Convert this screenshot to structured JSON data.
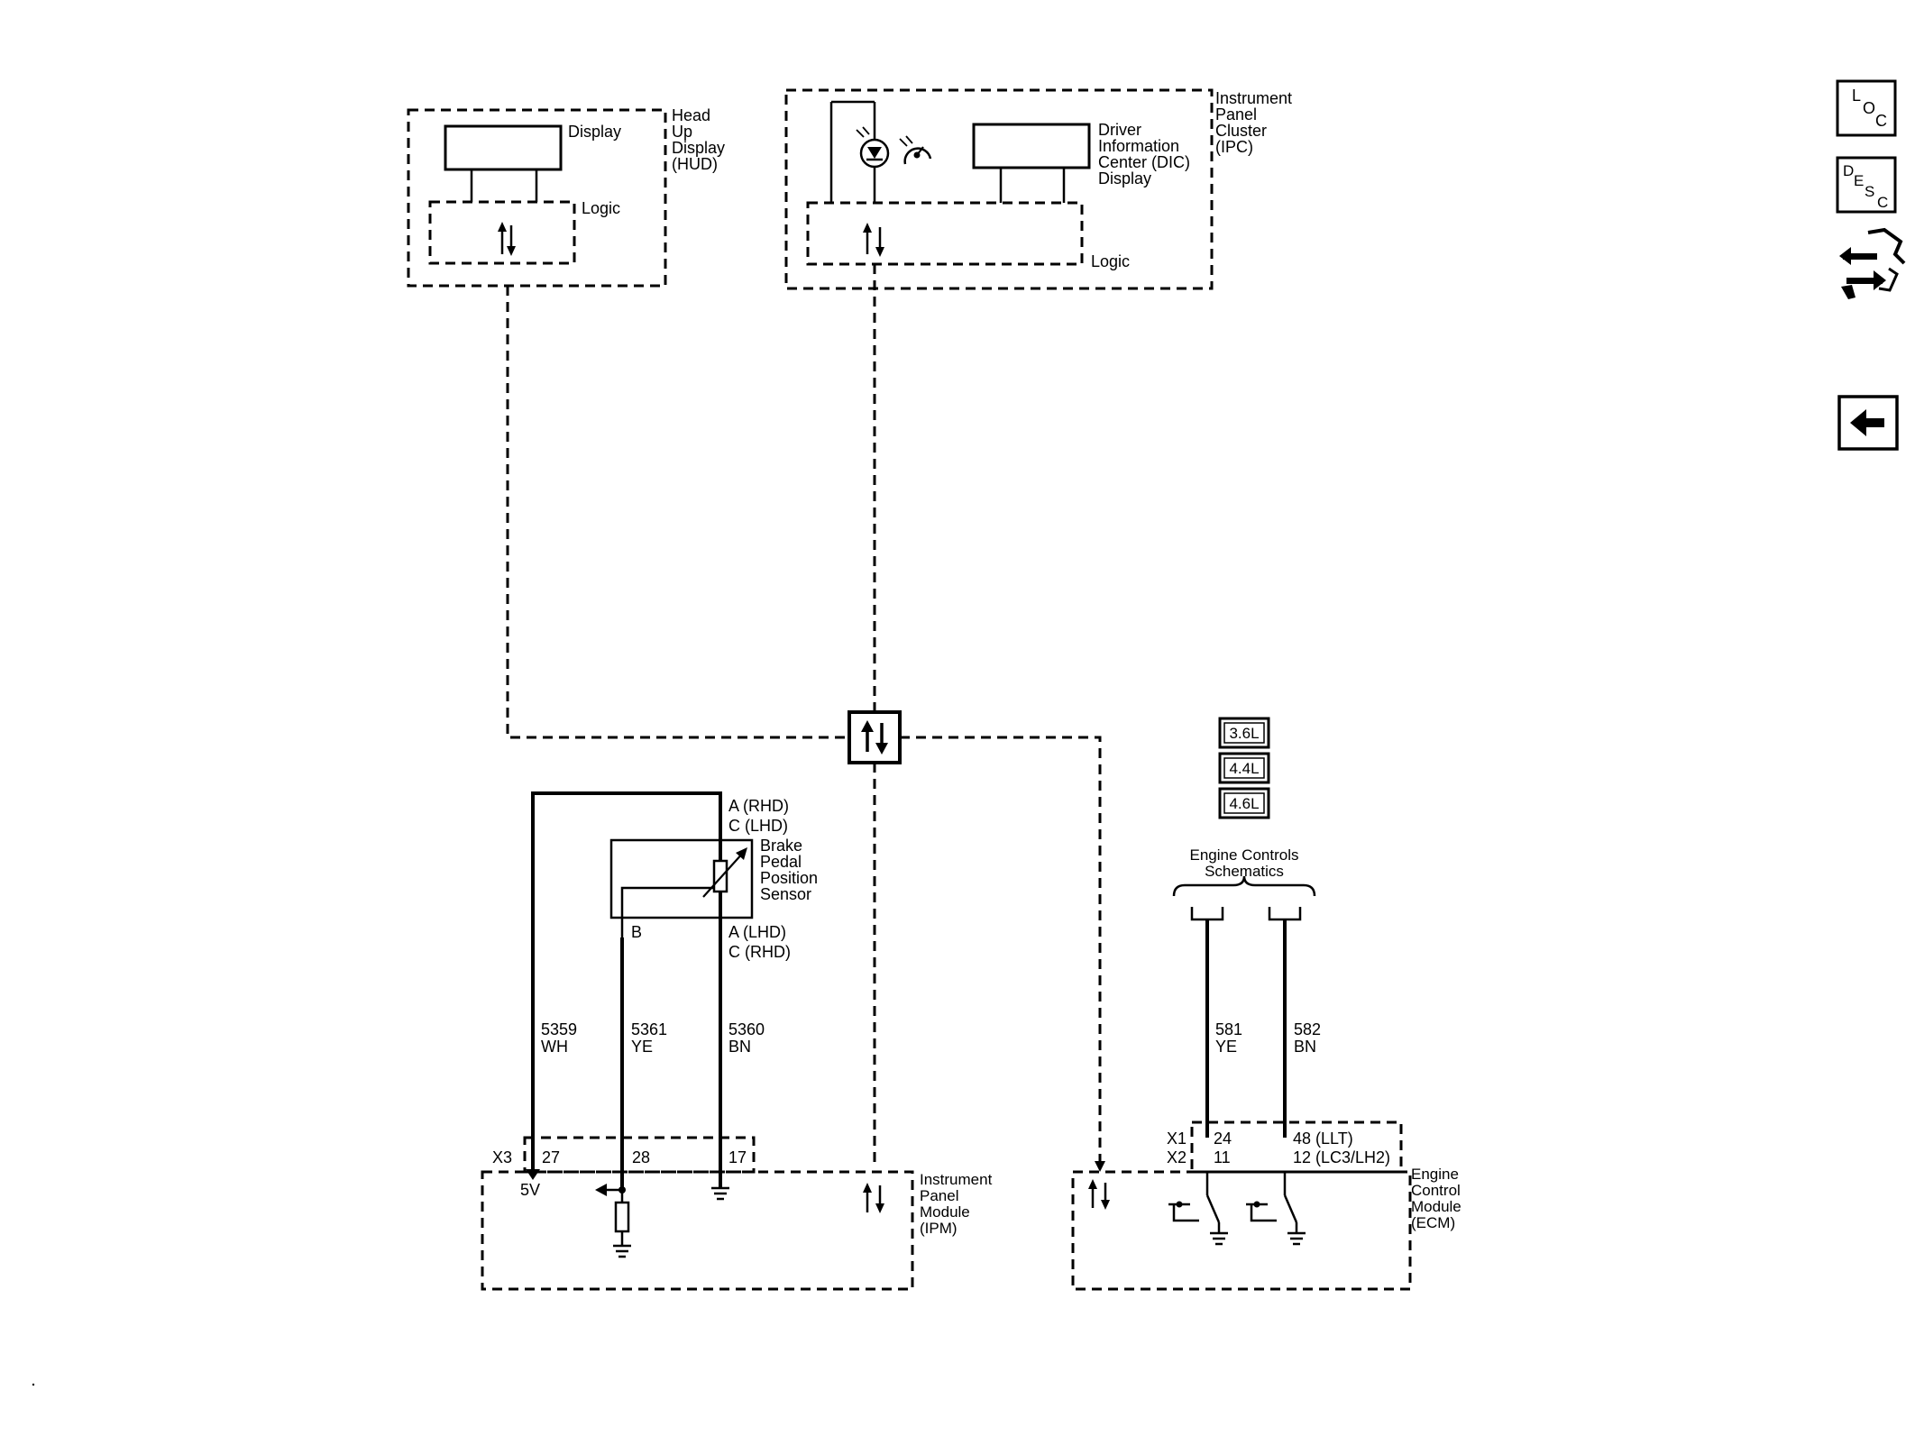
{
  "hud": {
    "title_lines": [
      "Head",
      "Up",
      "Display",
      "(HUD)"
    ],
    "display_label": "Display",
    "logic_label": "Logic"
  },
  "ipc": {
    "title_lines": [
      "Instrument",
      "Panel",
      "Cluster",
      "(IPC)"
    ],
    "dic_lines": [
      "Driver",
      "Information",
      "Center (DIC)",
      "Display"
    ],
    "logic_label": "Logic"
  },
  "sensor": {
    "name_lines": [
      "Brake",
      "Pedal",
      "Position",
      "Sensor"
    ],
    "pin_top_1": "A (RHD)",
    "pin_top_2": "C (LHD)",
    "pin_bottom_1": "A (LHD)",
    "pin_bottom_2": "C (RHD)",
    "pin_b": "B"
  },
  "wires_left": [
    {
      "circuit": "5359",
      "color": "WH"
    },
    {
      "circuit": "5361",
      "color": "YE"
    },
    {
      "circuit": "5360",
      "color": "BN"
    }
  ],
  "wires_right": [
    {
      "circuit": "581",
      "color": "YE"
    },
    {
      "circuit": "582",
      "color": "BN"
    }
  ],
  "ipm": {
    "title_lines": [
      "Instrument",
      "Panel",
      "Module",
      "(IPM)"
    ],
    "connector": "X3",
    "pins": [
      "27",
      "28",
      "17"
    ],
    "voltage": "5V"
  },
  "ecm": {
    "title_lines": [
      "Engine",
      "Control",
      "Module",
      "(ECM)"
    ],
    "connectors": [
      "X1",
      "X2"
    ],
    "pins_x1": [
      "24",
      "48 (LLT)"
    ],
    "pins_x2": [
      "11",
      "12 (LC3/LH2)"
    ]
  },
  "engine_options": [
    "3.6L",
    "4.4L",
    "4.6L"
  ],
  "engine_schematics_lines": [
    "Engine Controls",
    "Schematics"
  ],
  "nav": {
    "loc_letters": [
      "L",
      "O",
      "C"
    ],
    "desc_letters": [
      "D",
      "E",
      "S",
      "C"
    ]
  }
}
